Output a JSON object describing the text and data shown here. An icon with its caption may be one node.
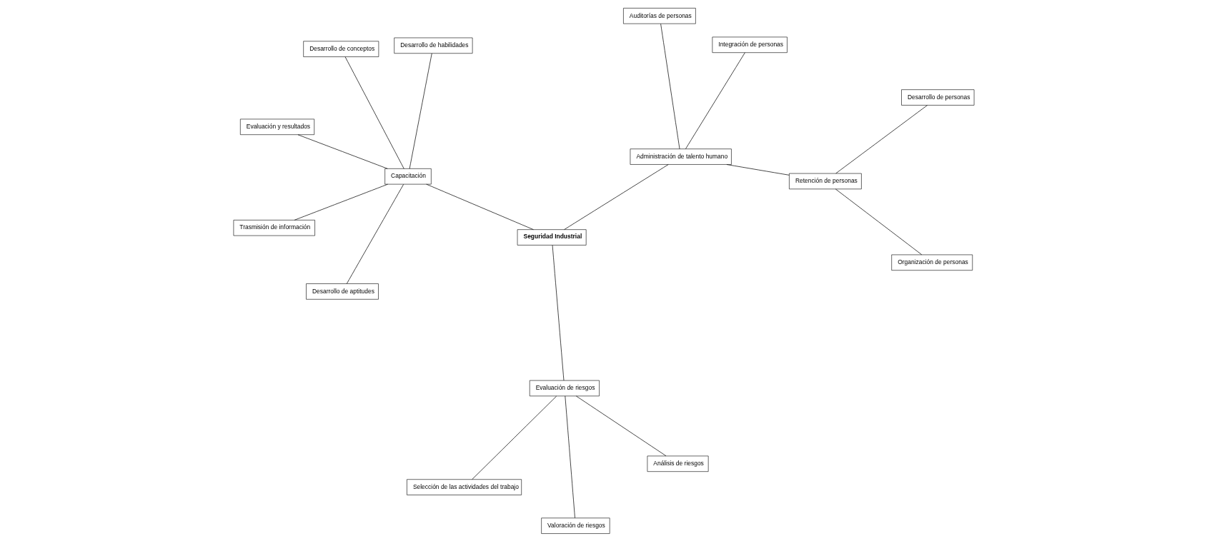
{
  "diagram": {
    "nodes": [
      {
        "text": [
          "Seguridad Industrial"
        ]
      },
      {
        "text": [
          "Capacitación"
        ]
      },
      {
        "text": [
          "Desarrollo de aptitudes"
        ]
      },
      {
        "text": [
          "Desarrollo de conceptos"
        ]
      },
      {
        "text": [
          "Desarrollo de habilidades"
        ]
      },
      {
        "text": [
          "Evaluación y resultados"
        ]
      },
      {
        "text": [
          "Trasmisión de información"
        ]
      },
      {
        "text": [
          "Evaluación de riesgos"
        ]
      },
      {
        "text": [
          "Selección de las actividades del trabajo"
        ]
      },
      {
        "text": [
          "Análisis de riesgos"
        ]
      },
      {
        "text": [
          "Valoración de riesgos"
        ]
      },
      {
        "text": [
          "Administración de talento humano"
        ]
      },
      {
        "text": [
          "Integración de personas"
        ]
      },
      {
        "text": [
          "Auditorías de personas"
        ]
      },
      {
        "text": [
          "Retención de personas"
        ]
      },
      {
        "text": [
          "Organización de personas"
        ]
      },
      {
        "text": [
          "Desarrollo de personas"
        ]
      }
    ],
    "edges": [
      {
        "from": 0,
        "to": 1,
        "arrow": "none"
      },
      {
        "from": 1,
        "to": 2,
        "arrow": "none"
      },
      {
        "from": 1,
        "to": 3,
        "arrow": "none"
      },
      {
        "from": 1,
        "to": 4,
        "arrow": "none"
      },
      {
        "from": 1,
        "to": 5,
        "arrow": "none"
      },
      {
        "from": 1,
        "to": 6,
        "arrow": "none"
      },
      {
        "from": 0,
        "to": 7,
        "arrow": "none"
      },
      {
        "from": 7,
        "to": 8,
        "arrow": "none"
      },
      {
        "from": 7,
        "to": 9,
        "arrow": "none"
      },
      {
        "from": 7,
        "to": 10,
        "arrow": "none"
      },
      {
        "from": 0,
        "to": 11,
        "arrow": "none"
      },
      {
        "from": 11,
        "to": 12,
        "arrow": "none"
      },
      {
        "from": 11,
        "to": 13,
        "arrow": "none"
      },
      {
        "from": 11,
        "to": 14,
        "arrow": "none"
      },
      {
        "from": 14,
        "to": 15,
        "arrow": "none"
      },
      {
        "from": 14,
        "to": 16,
        "arrow": "none"
      }
    ]
  }
}
